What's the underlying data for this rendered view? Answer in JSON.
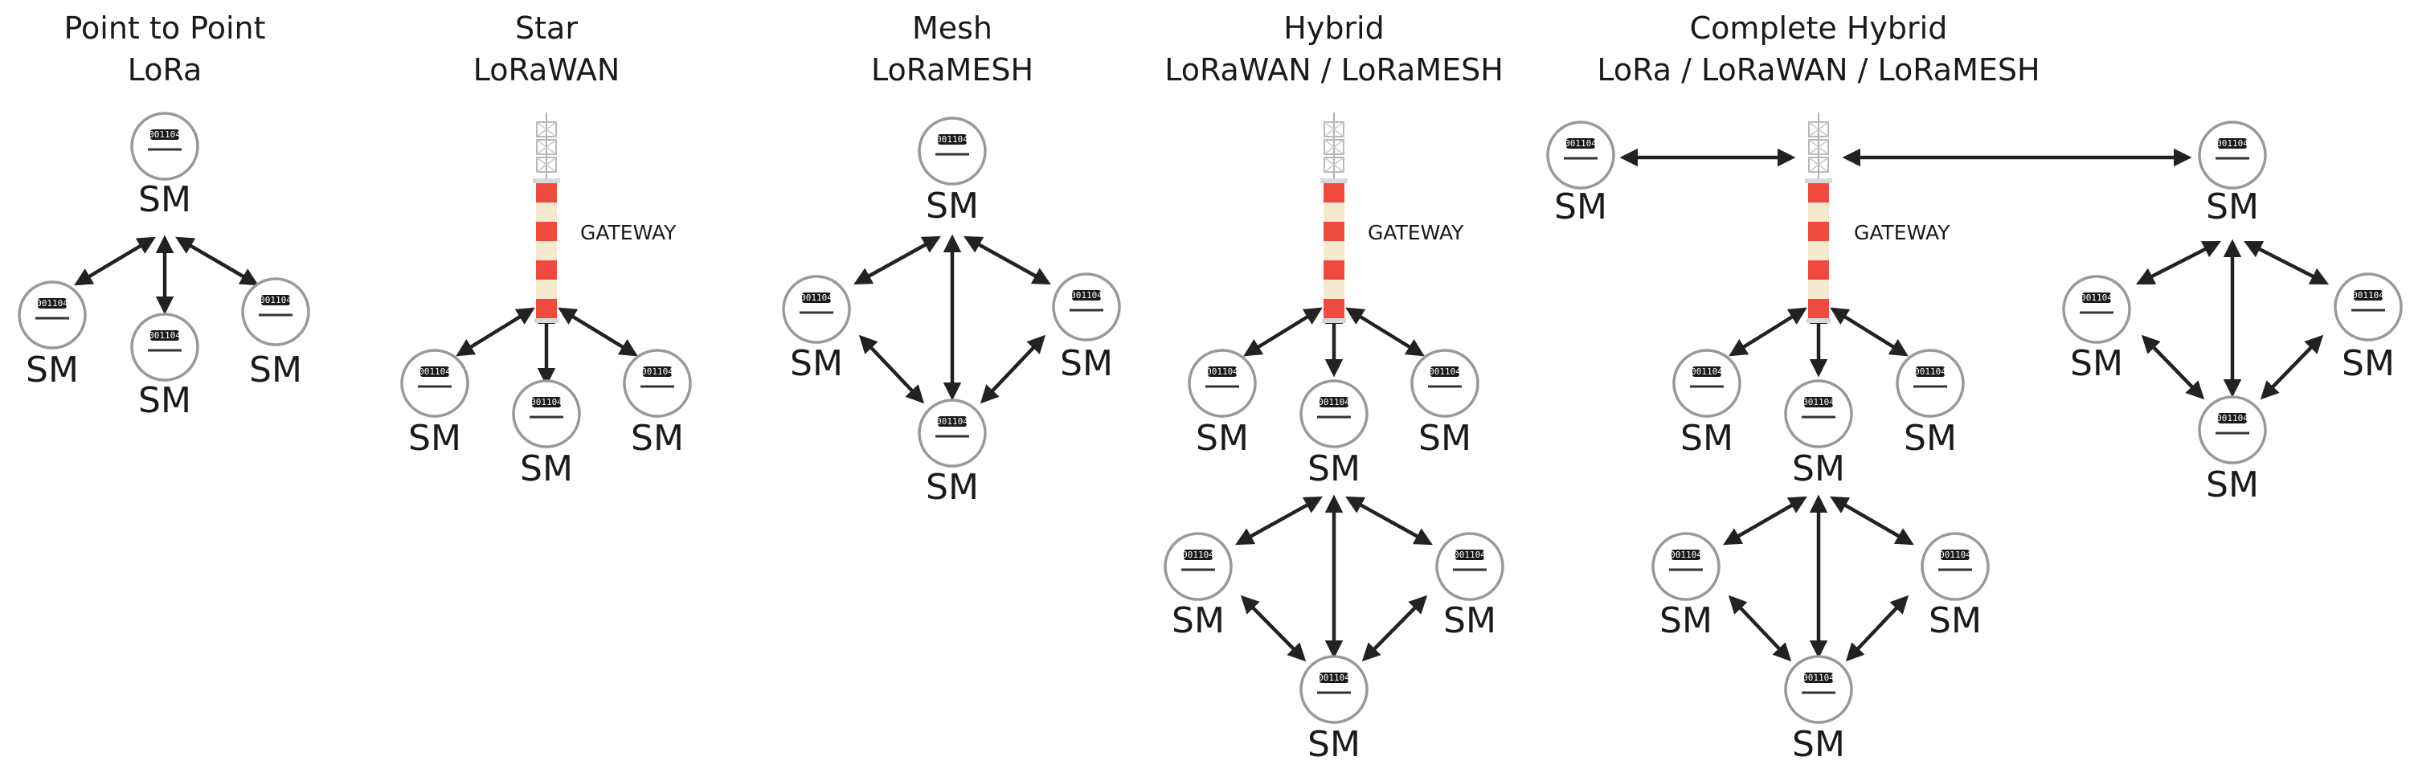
{
  "sections": [
    {
      "id": "p2p",
      "title": "Point to Point",
      "subtitle": "LoRa"
    },
    {
      "id": "star",
      "title": "Star",
      "subtitle": "LoRaWAN"
    },
    {
      "id": "mesh",
      "title": "Mesh",
      "subtitle": "LoRaMESH"
    },
    {
      "id": "hybrid",
      "title": "Hybrid",
      "subtitle": "LoRaWAN / LoRaMESH"
    },
    {
      "id": "complete",
      "title": "Complete Hybrid",
      "subtitle": "LoRa / LoRaWAN / LoRaMESH"
    }
  ],
  "labels": {
    "node": "SM",
    "gateway": "GATEWAY",
    "meter_id": "001104"
  },
  "colors": {
    "stroke": "#999999",
    "arrow": "#222222",
    "tower_red": "#f0493e",
    "tower_cream": "#f5e9cf",
    "meter_badge": "#1a1a1a"
  }
}
